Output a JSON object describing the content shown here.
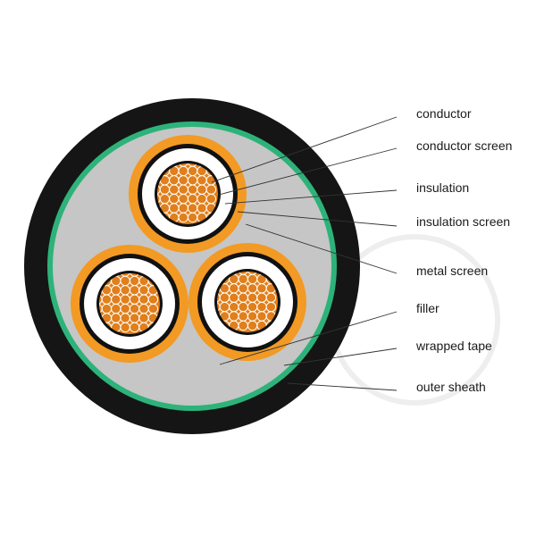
{
  "labels": {
    "conductor": "conductor",
    "conductor_screen": "conductor screen",
    "insulation": "insulation",
    "insulation_screen": "insulation screen",
    "metal_screen": "metal screen",
    "filler": "filler",
    "wrapped_tape": "wrapped tape",
    "outer_sheath": "outer sheath"
  },
  "colors": {
    "outer_sheath": "#151515",
    "wrapped_tape": "#2db37a",
    "filler": "#c6c6c6",
    "metal_screen": "#f29a24",
    "insulation_screen": "#111111",
    "insulation": "#ffffff",
    "conductor": "#e07f1c",
    "conductor_strand_outline": "#ffffff",
    "label_text": "#1a1a1a",
    "leader_line": "#333333",
    "bg_ring": "#eeeeee"
  }
}
